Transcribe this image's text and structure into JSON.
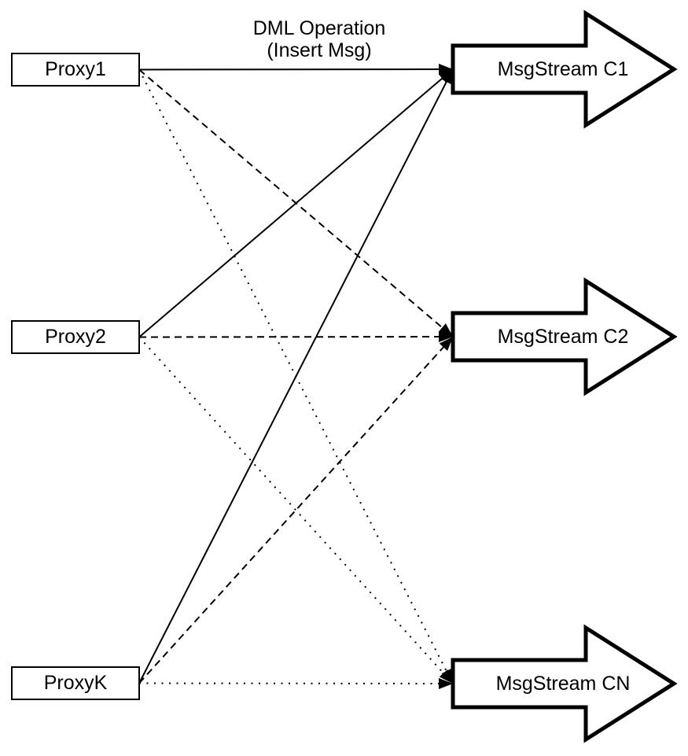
{
  "title": {
    "line1": "DML Operation",
    "line2": "(Insert Msg)"
  },
  "colors": {
    "background": "#ffffff",
    "shape_fill": "#ffffff",
    "shape_stroke": "#000000",
    "line": "#000000"
  },
  "proxies": [
    {
      "id": "proxy1",
      "label": "Proxy1"
    },
    {
      "id": "proxy2",
      "label": "Proxy2"
    },
    {
      "id": "proxyk",
      "label": "ProxyK"
    }
  ],
  "streams": [
    {
      "id": "c1",
      "label": "MsgStream C1"
    },
    {
      "id": "c2",
      "label": "MsgStream C2"
    },
    {
      "id": "cn",
      "label": "MsgStream CN"
    }
  ],
  "edges": [
    {
      "from": "proxy1",
      "to": "c1",
      "style": "solid"
    },
    {
      "from": "proxy1",
      "to": "c2",
      "style": "dashed"
    },
    {
      "from": "proxy1",
      "to": "cn",
      "style": "dotted"
    },
    {
      "from": "proxy2",
      "to": "c1",
      "style": "solid"
    },
    {
      "from": "proxy2",
      "to": "c2",
      "style": "dashed"
    },
    {
      "from": "proxy2",
      "to": "cn",
      "style": "dotted"
    },
    {
      "from": "proxyk",
      "to": "c1",
      "style": "solid"
    },
    {
      "from": "proxyk",
      "to": "c2",
      "style": "dashed"
    },
    {
      "from": "proxyk",
      "to": "cn",
      "style": "dotted"
    }
  ]
}
